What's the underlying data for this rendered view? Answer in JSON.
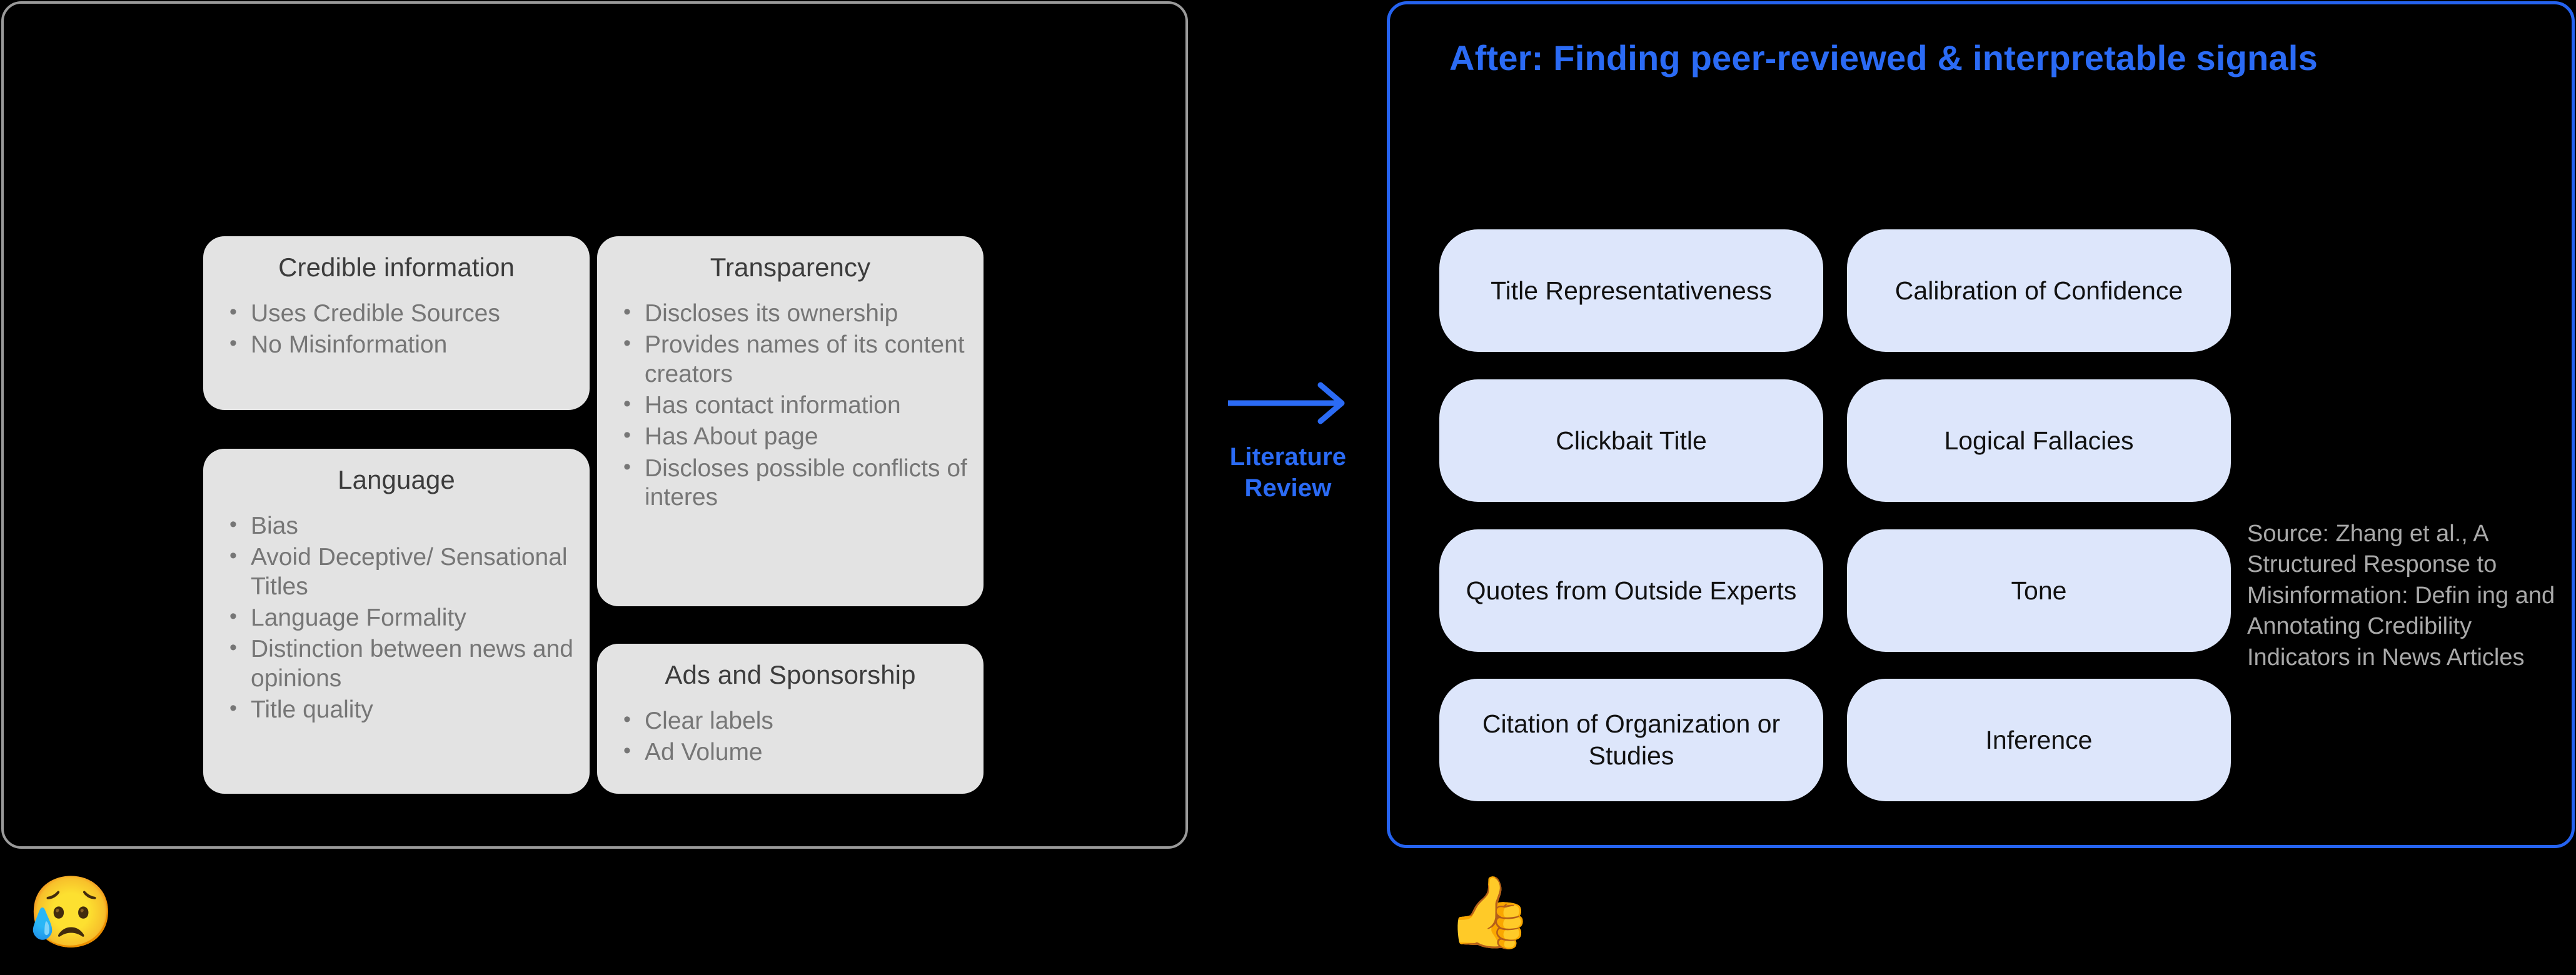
{
  "before": {
    "cards": [
      {
        "title": "Credible information",
        "items": [
          "Uses Credible Sources",
          "No Misinformation"
        ]
      },
      {
        "title": "Language",
        "items": [
          "Bias",
          "Avoid Deceptive/ Sensational Titles",
          "Language Formality",
          "Distinction between news and opinions",
          "Title quality"
        ]
      },
      {
        "title": "Transparency",
        "items": [
          "Discloses its ownership",
          "Provides names of its content creators",
          "Has contact information",
          "Has About page",
          "Discloses possible conflicts of interes"
        ]
      },
      {
        "title": "Ads and Sponsorship",
        "items": [
          "Clear labels",
          "Ad Volume"
        ]
      }
    ],
    "emoji": "😥",
    "emoji_name": "sad-but-relieved-face"
  },
  "transition": {
    "arrow_icon": "right-arrow-icon",
    "label": "Literature\nReview",
    "label_line1": "Literature",
    "label_line2": "Review",
    "color": "#2b6bf5"
  },
  "after": {
    "title": "After: Finding peer-reviewed & interpretable signals",
    "title_color": "#2b6bf5",
    "border_color": "#2563f0",
    "card_bg": "#dde6fb",
    "cards": [
      "Title Representativeness",
      "Calibration of Confidence",
      "Clickbait Title",
      "Logical Fallacies",
      "Quotes from Outside Experts",
      "Tone",
      "Citation of Organization or Studies",
      "Inference"
    ],
    "source": "Source: Zhang et al., A Structured Response to Misinformation: Defin ing and Annotating Credibility Indicators in News Articles",
    "emoji": "👍",
    "emoji_name": "thumbs-up"
  }
}
